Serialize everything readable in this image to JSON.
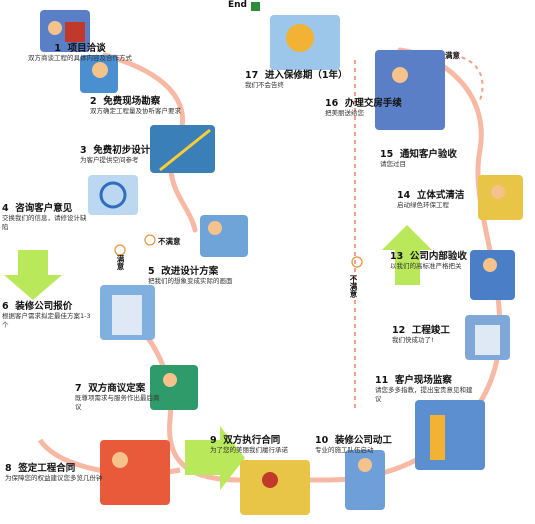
{
  "colors": {
    "path_stroke": "#f7b9a4",
    "arrow_green": "#b9e85a",
    "smile": "#e8913a"
  },
  "end_label": "End",
  "steps": [
    {
      "num": "1",
      "title": "项目洽谈",
      "desc": "双方商谈工程的具体内容及合作方式"
    },
    {
      "num": "2",
      "title": "免费现场勘察",
      "desc": "双方确定工程量及协听客户要求"
    },
    {
      "num": "3",
      "title": "免费初步设计",
      "desc": "为客户提供空间参考"
    },
    {
      "num": "4",
      "title": "咨询客户意见",
      "desc": "交换我们的信息，请修设计缺陷"
    },
    {
      "num": "5",
      "title": "改进设计方案",
      "desc": "把我们的想象变成实际的画面"
    },
    {
      "num": "6",
      "title": "装修公司报价",
      "desc": "根据客户需求拟定最佳方案1-3个"
    },
    {
      "num": "7",
      "title": "双方商议定案",
      "desc": "既尊项需求与服务作出最后商议"
    },
    {
      "num": "8",
      "title": "签定工程合同",
      "desc": "为保障您的权益建议您多览几份钟"
    },
    {
      "num": "9",
      "title": "双方执行合同",
      "desc": "为了您的美丽我们履行承诺"
    },
    {
      "num": "10",
      "title": "装修公司动工",
      "desc": "专业的施工队伍启动"
    },
    {
      "num": "11",
      "title": "客户现场监察",
      "desc": "请您多多指教，提出宝贵意见和建议"
    },
    {
      "num": "12",
      "title": "工程竣工",
      "desc": "我们快成功了!"
    },
    {
      "num": "13",
      "title": "公司内部验收",
      "desc": "以我们的高标准严格把关"
    },
    {
      "num": "14",
      "title": "立体式清洁",
      "desc": "启动绿色环保工程"
    },
    {
      "num": "15",
      "title": "通知客户验收",
      "desc": "请您过目"
    },
    {
      "num": "16",
      "title": "办理交房手续",
      "desc": "把美丽送给您"
    },
    {
      "num": "17",
      "title": "进入保修期（1年）",
      "desc": "我们不会告终"
    }
  ],
  "tags": {
    "satisfied": "满意",
    "unsatisfied": "不满意"
  }
}
